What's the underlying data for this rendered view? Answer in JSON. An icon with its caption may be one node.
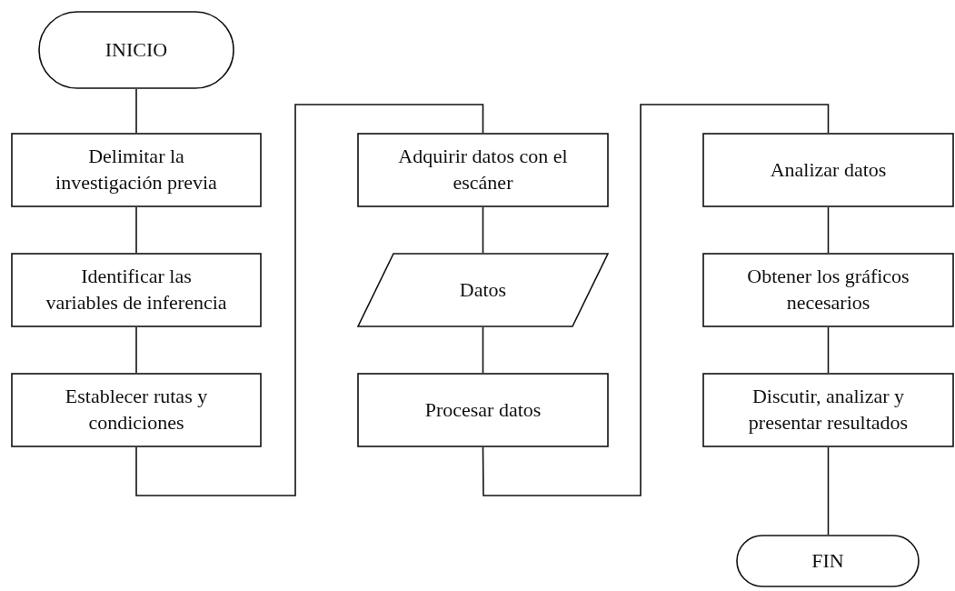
{
  "diagram": {
    "nodes": [
      {
        "text": [
          "INICIO"
        ]
      },
      {
        "text": [
          "Delimitar la investigación previa"
        ]
      },
      {
        "text": [
          "Identificar las variables de inferencia"
        ]
      },
      {
        "text": [
          "Establecer rutas y condiciones"
        ]
      },
      {
        "text": [
          "Adquirir datos con el escáner"
        ]
      },
      {
        "text": [
          "Datos"
        ]
      },
      {
        "text": [
          "Procesar datos"
        ]
      },
      {
        "text": [
          "Analizar datos"
        ]
      },
      {
        "text": [
          "Obtener los gráficos necesarios"
        ]
      },
      {
        "text": [
          "Discutir, analizar y presentar resultados"
        ]
      },
      {
        "text": [
          "FIN"
        ]
      }
    ],
    "edges": [
      {
        "from": 0,
        "to": 1,
        "arrow": "none"
      },
      {
        "from": 1,
        "to": 2,
        "arrow": "none"
      },
      {
        "from": 2,
        "to": 3,
        "arrow": "none"
      },
      {
        "from": 3,
        "to": 4,
        "arrow": "none"
      },
      {
        "from": 4,
        "to": 5,
        "arrow": "none"
      },
      {
        "from": 5,
        "to": 6,
        "arrow": "none"
      },
      {
        "from": 6,
        "to": 7,
        "arrow": "none"
      },
      {
        "from": 7,
        "to": 8,
        "arrow": "none"
      },
      {
        "from": 8,
        "to": 9,
        "arrow": "none"
      },
      {
        "from": 9,
        "to": 10,
        "arrow": "none"
      }
    ]
  }
}
